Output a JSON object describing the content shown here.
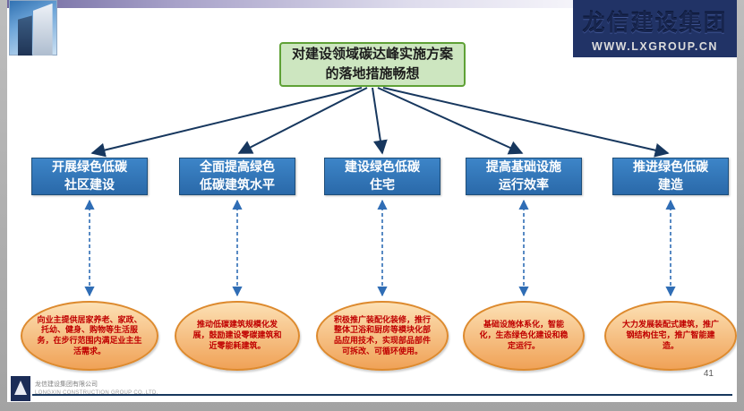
{
  "colors": {
    "brand_navy": "#213366",
    "ribbon_purple": "#6F68A0",
    "title_fill": "#CDE6C0",
    "title_border": "#5FA136",
    "branch_box_fill": "#2E74B5",
    "branch_box_border": "#1F4E79",
    "arrow_solid": "#17375E",
    "arrow_dashed": "#2F6DB5",
    "ellipse_fill": "#F5B875",
    "ellipse_border": "#DD8A2E",
    "ellipse_text": "#C00000"
  },
  "header": {
    "brand_title": "龙信建设集团",
    "brand_url": "WWW.LXGROUP.CN"
  },
  "diagram": {
    "title": "对建设领域碳达峰实施方案\n的落地措施畅想",
    "branches": [
      {
        "label": "开展绿色低碳\n社区建设",
        "detail": "向业主提供居家养老、家政、托幼、健身、购物等生活服务，在步行范围内满足业主生活需求。"
      },
      {
        "label": "全面提高绿色\n低碳建筑水平",
        "detail": "推动低碳建筑规模化发展，鼓励建设零碳建筑和近零能耗建筑。"
      },
      {
        "label": "建设绿色低碳\n住宅",
        "detail": "积极推广装配化装修，推行整体卫浴和厨房等模块化部品应用技术，实现部品部件可拆改、可循环使用。"
      },
      {
        "label": "提高基础设施\n运行效率",
        "detail": "基础设施体系化，智能化，生态绿色化建设和稳定运行。"
      },
      {
        "label": "推进绿色低碳\n建造",
        "detail": "大力发展装配式建筑，推广钢结构住宅，推广智能建造。"
      }
    ]
  },
  "footer": {
    "company_cn": "龙信建设集团有限公司",
    "company_en": "LONGXIN CONSTRUCTION GROUP CO.,LTD.",
    "page_number": "41"
  }
}
